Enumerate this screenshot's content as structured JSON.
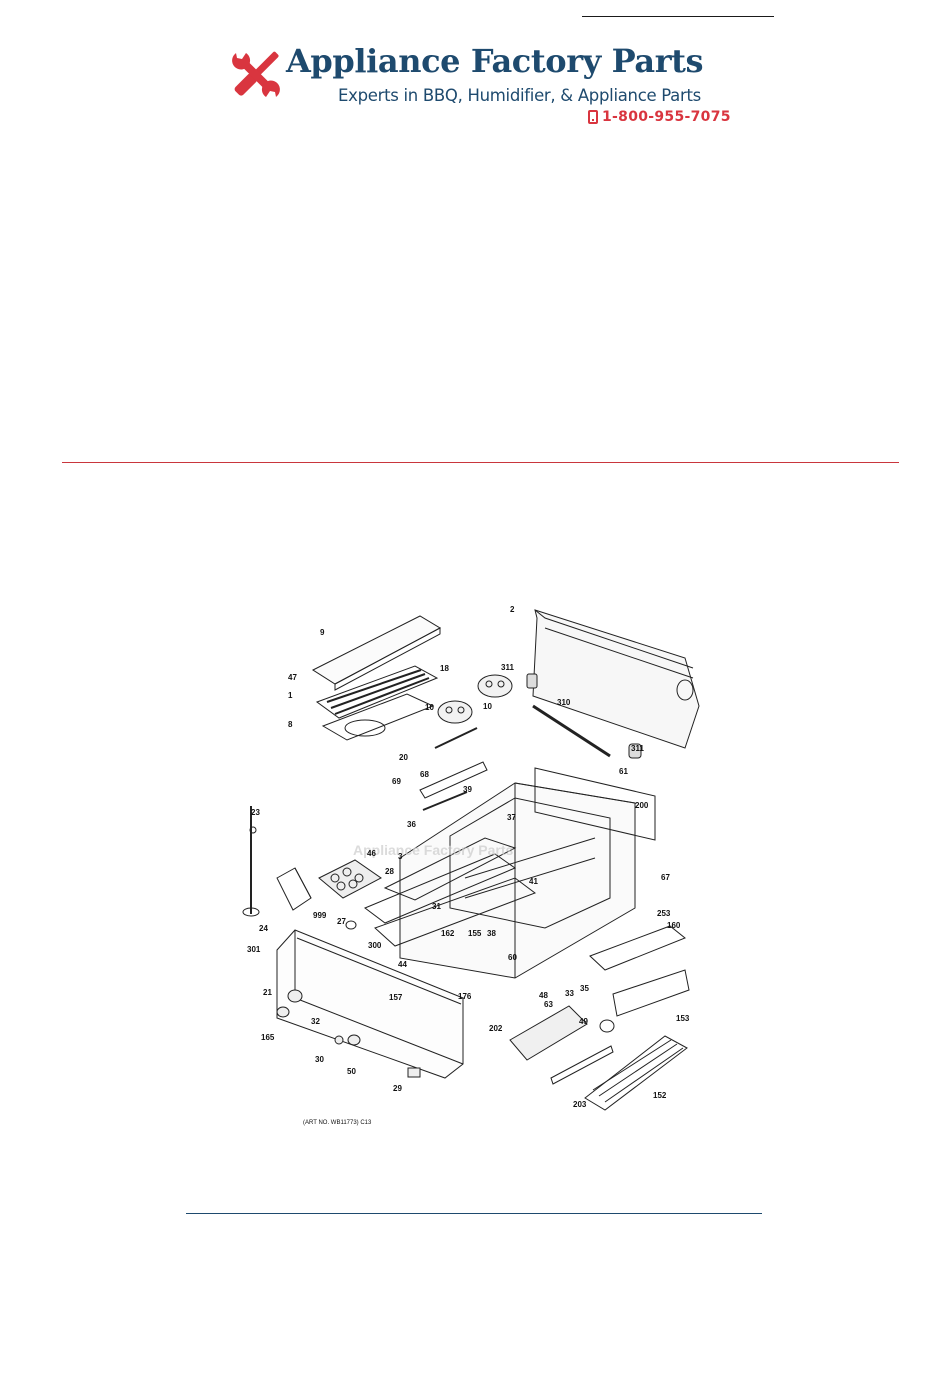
{
  "header": {
    "brand_name": "Appliance Factory Parts",
    "tagline": "Experts in BBQ, Humidifier, & Appliance Parts",
    "phone": "1-800-955-7075",
    "brand_color": "#1e4a6e",
    "accent_color": "#d9353f",
    "logo_icon": "wrench-screwdriver-icon",
    "phone_icon": "mobile-phone-icon"
  },
  "diagram": {
    "watermark": "Appliance Factory Parts",
    "art_number": "(ART NO. WB11773) C13",
    "part_labels": [
      "2",
      "9",
      "47",
      "1",
      "8",
      "18",
      "311",
      "10",
      "10",
      "310",
      "311",
      "61",
      "20",
      "68",
      "69",
      "39",
      "36",
      "37",
      "200",
      "23",
      "46",
      "3",
      "28",
      "41",
      "67",
      "999",
      "27",
      "31",
      "162",
      "155",
      "38",
      "253",
      "160",
      "24",
      "301",
      "300",
      "44",
      "60",
      "176",
      "48",
      "63",
      "33",
      "35",
      "21",
      "157",
      "153",
      "165",
      "32",
      "30",
      "50",
      "49",
      "202",
      "29",
      "203",
      "152"
    ]
  }
}
